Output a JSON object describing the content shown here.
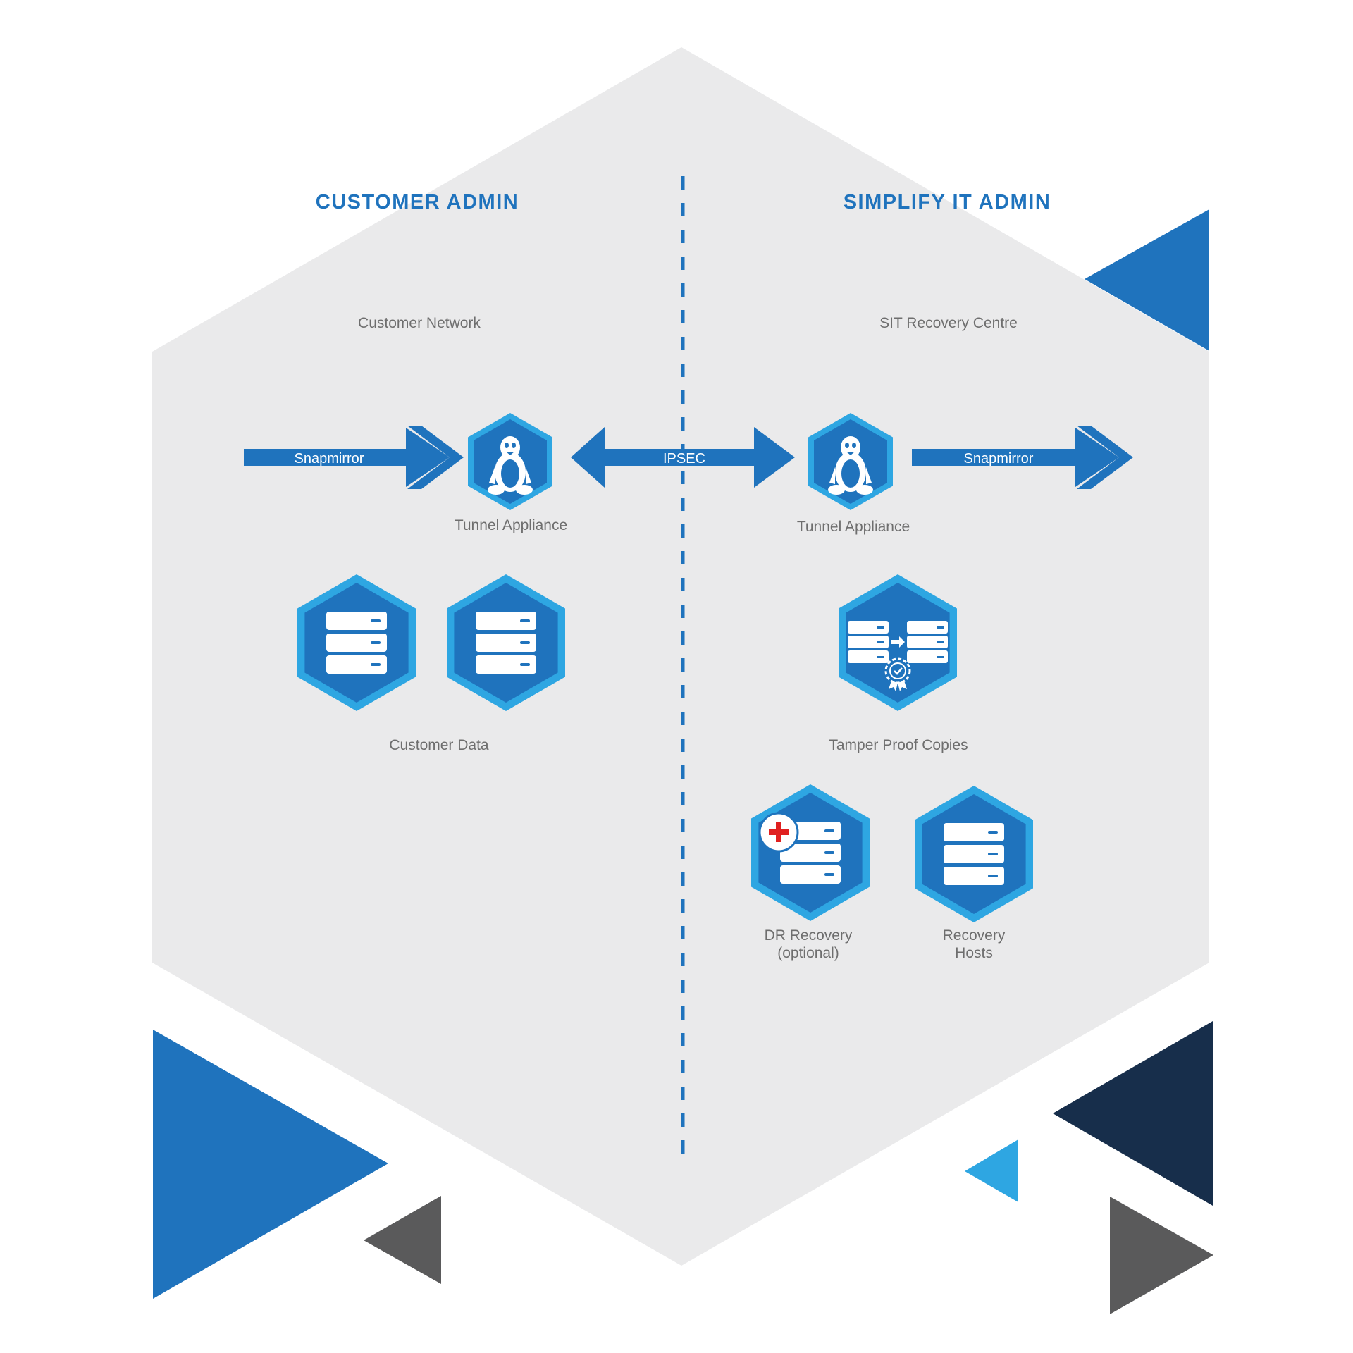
{
  "colors": {
    "background": "#ffffff",
    "hexagon_bg": "#eaeaeb",
    "primary_blue": "#1f73bd",
    "light_blue": "#2ea6e2",
    "dark_navy": "#172e4b",
    "gray": "#5a5a5b",
    "text_gray": "#6e6e6e",
    "red_cross": "#e02020"
  },
  "left_heading": "CUSTOMER ADMIN",
  "right_heading": "SIMPLIFY IT ADMIN",
  "left_zone_label": "Customer Network",
  "right_zone_label": "SIT Recovery Centre",
  "arrows": {
    "left": "Snapmirror",
    "middle": "IPSEC",
    "right": "Snapmirror"
  },
  "nodes": {
    "left_tunnel": {
      "label": "Tunnel Appliance",
      "icon": "linux-penguin-icon"
    },
    "right_tunnel": {
      "label": "Tunnel Appliance",
      "icon": "linux-penguin-icon"
    },
    "customer_data": {
      "label": "Customer Data",
      "icon": "server-stack-icon"
    },
    "tamper_proof": {
      "label": "Tamper Proof Copies",
      "icon": "server-copy-certified-icon"
    },
    "dr_recovery": {
      "label_line1": "DR Recovery",
      "label_line2": "(optional)",
      "icon": "server-medical-cross-icon"
    },
    "recovery_hosts": {
      "label_line1": "Recovery",
      "label_line2": "Hosts",
      "icon": "server-stack-icon"
    }
  }
}
